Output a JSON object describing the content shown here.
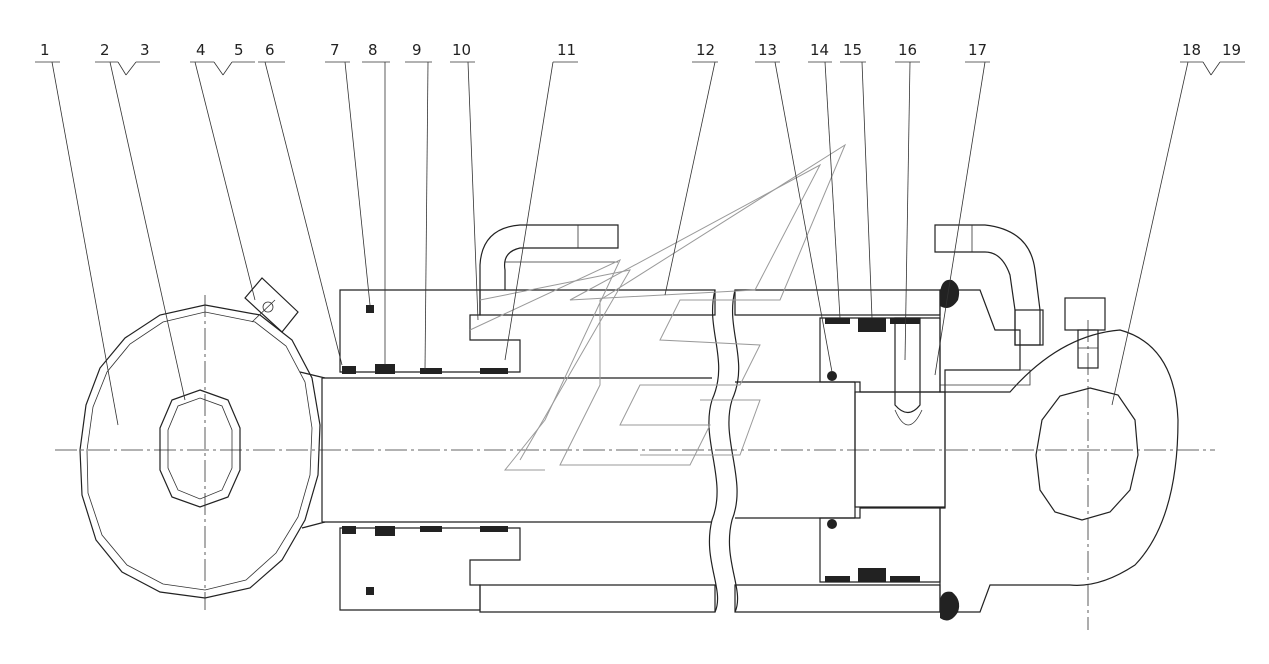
{
  "drawing": {
    "callouts": [
      {
        "id": "1",
        "label": "1"
      },
      {
        "id": "2",
        "label": "2"
      },
      {
        "id": "3",
        "label": "3"
      },
      {
        "id": "4",
        "label": "4"
      },
      {
        "id": "5",
        "label": "5"
      },
      {
        "id": "6",
        "label": "6"
      },
      {
        "id": "7",
        "label": "7"
      },
      {
        "id": "8",
        "label": "8"
      },
      {
        "id": "9",
        "label": "9"
      },
      {
        "id": "10",
        "label": "10"
      },
      {
        "id": "11",
        "label": "11"
      },
      {
        "id": "12",
        "label": "12"
      },
      {
        "id": "13",
        "label": "13"
      },
      {
        "id": "14",
        "label": "14"
      },
      {
        "id": "15",
        "label": "15"
      },
      {
        "id": "16",
        "label": "16"
      },
      {
        "id": "17",
        "label": "17"
      },
      {
        "id": "18",
        "label": "18"
      },
      {
        "id": "19",
        "label": "19"
      }
    ],
    "colors": {
      "line": "#222222",
      "watermark": "#9a9a9a",
      "background": "#ffffff"
    }
  }
}
